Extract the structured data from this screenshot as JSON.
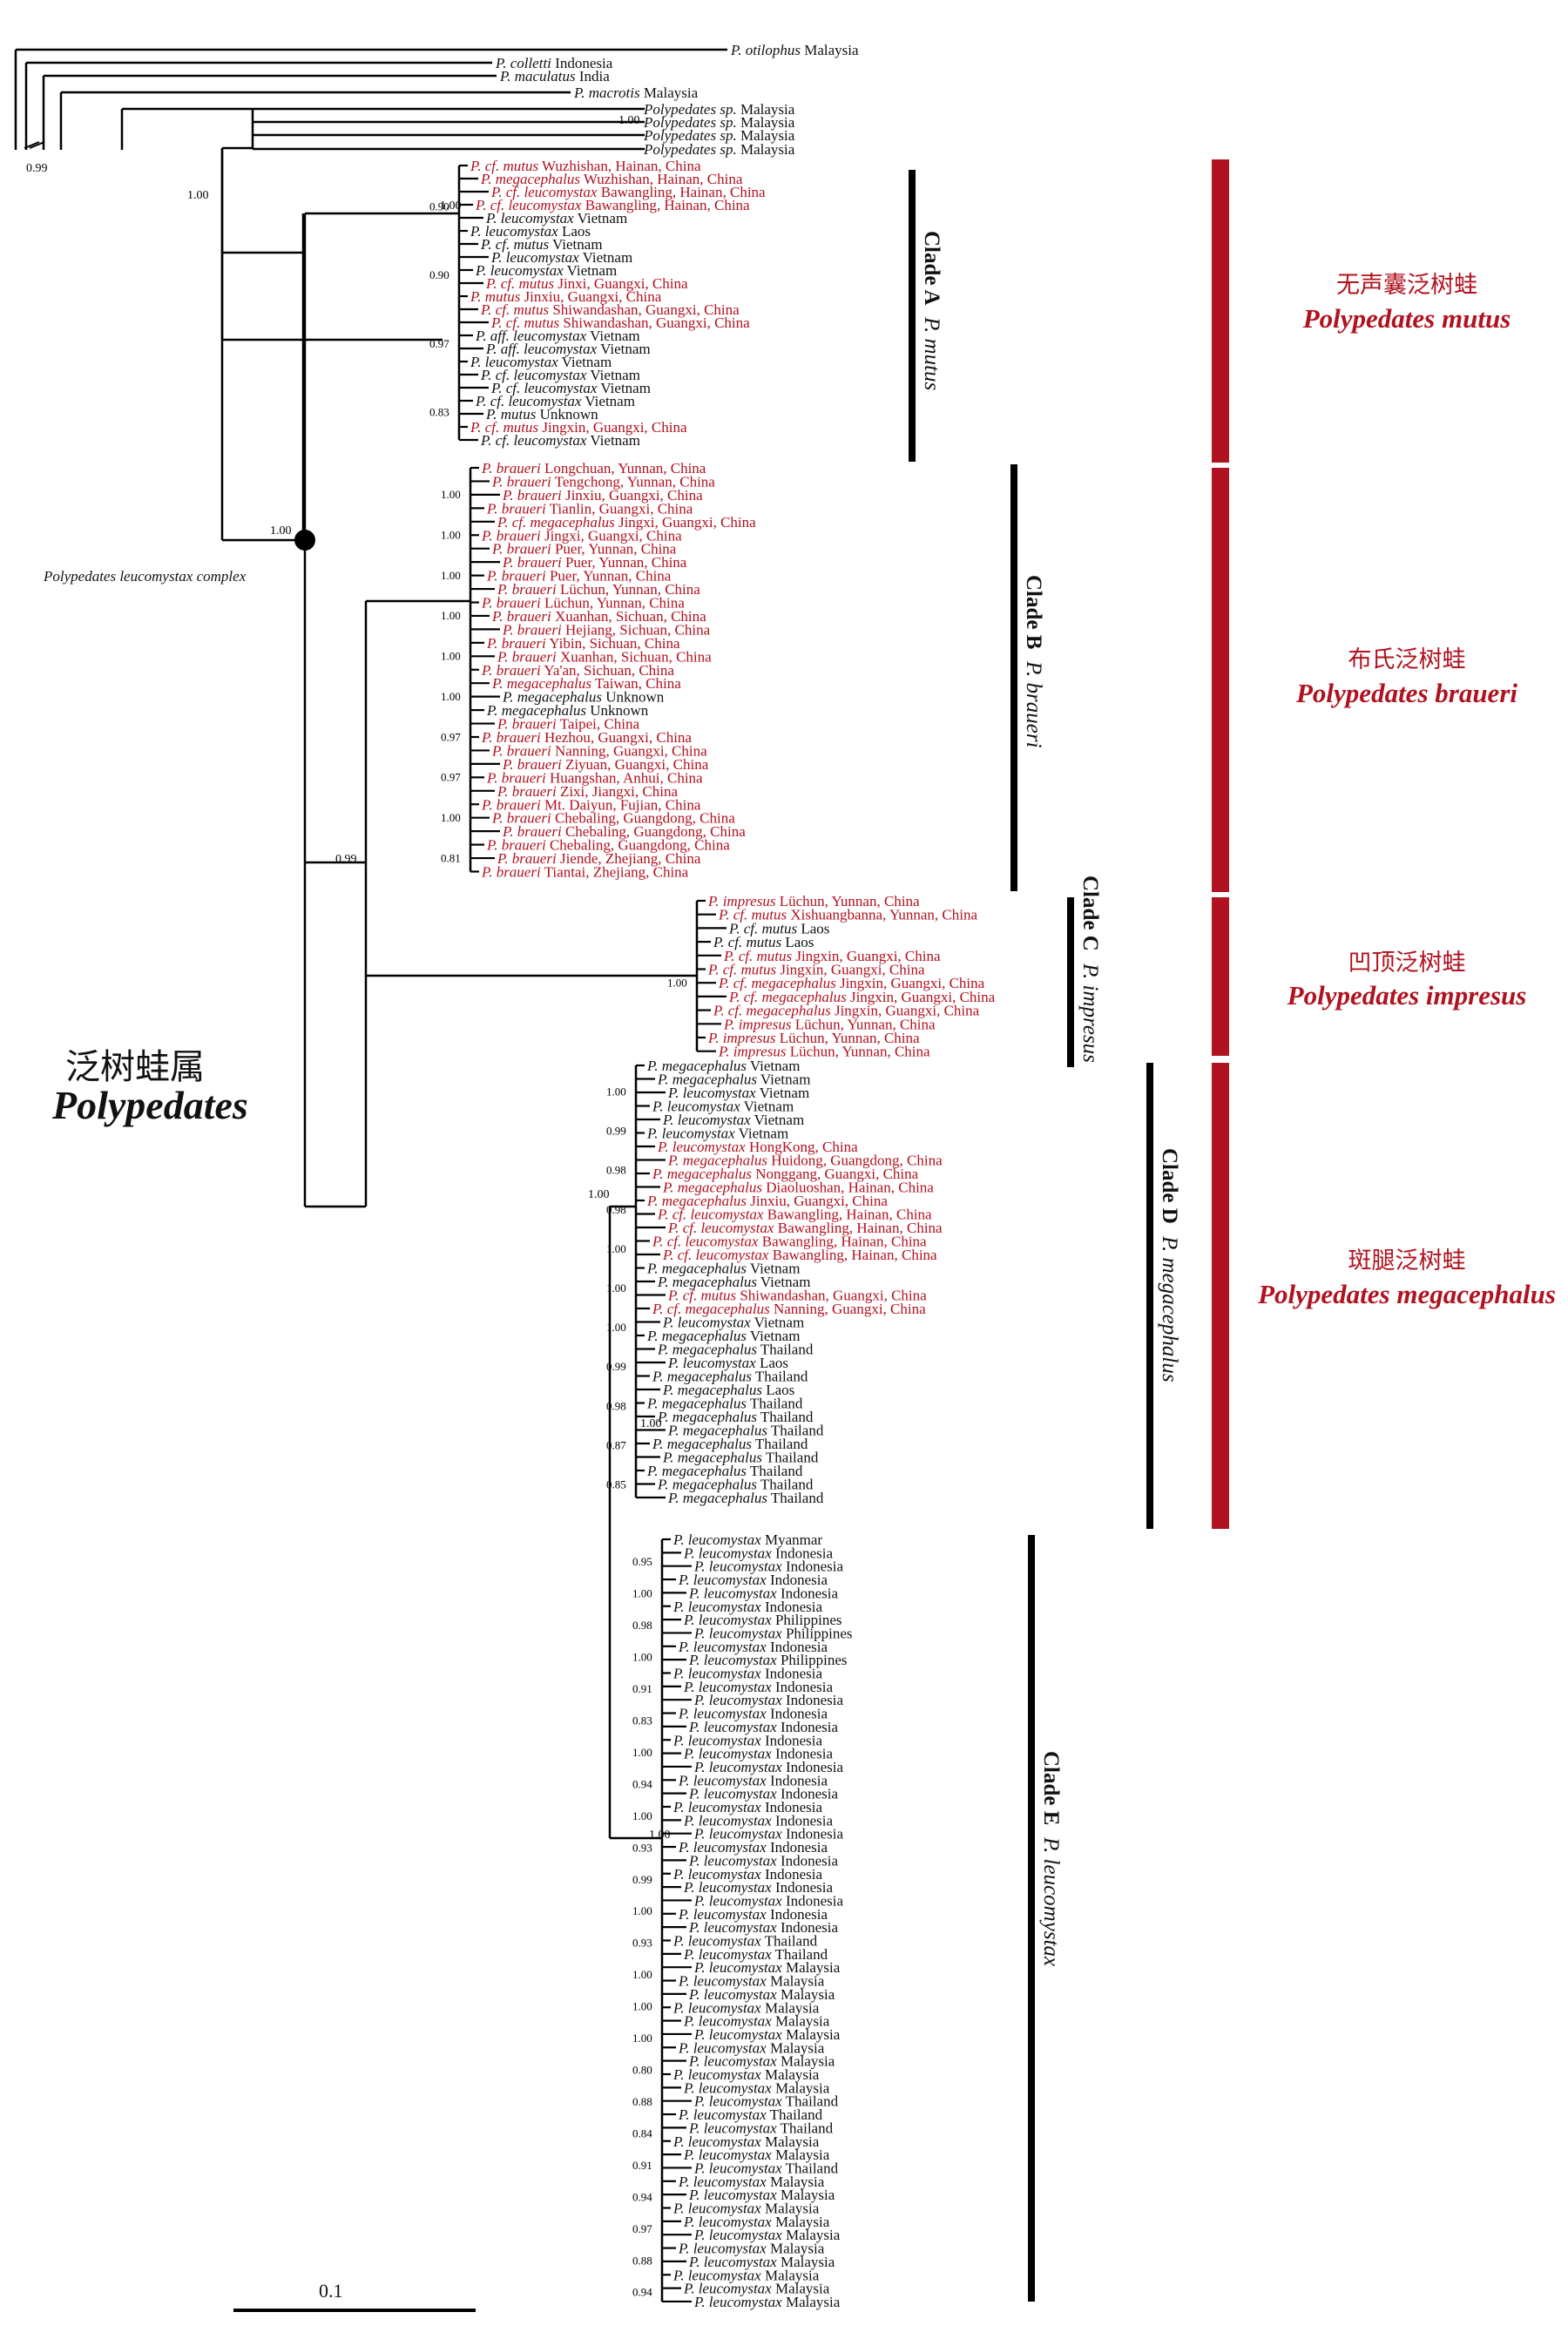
{
  "title": {
    "chinese": "泛树蛙属",
    "latin": "Polypedates"
  },
  "complex_label": "Polypedates leucomystax complex",
  "scale_label": "0.1",
  "colors": {
    "highlight": "#b0121f",
    "branch": "#000000"
  },
  "outgroups": [
    {
      "name": "P. otilophus",
      "loc": "Malaysia"
    },
    {
      "name": "P. colletti",
      "loc": "Indonesia"
    },
    {
      "name": "P. maculatus",
      "loc": "India"
    },
    {
      "name": "P. macrotis",
      "loc": "Malaysia"
    },
    {
      "name": "Polypedates sp.",
      "loc": "Malaysia"
    },
    {
      "name": "Polypedates sp.",
      "loc": "Malaysia"
    },
    {
      "name": "Polypedates sp.",
      "loc": "Malaysia"
    },
    {
      "name": "Polypedates sp.",
      "loc": "Malaysia"
    }
  ],
  "clades": [
    {
      "id": "A",
      "label": "Clade A",
      "species_label": "P. mutus",
      "zh": "无声囊泛树蛙",
      "latin": "Polypedates mutus",
      "tips": [
        {
          "n": "P. cf. mutus",
          "l": "Wuzhishan, Hainan, China",
          "r": true
        },
        {
          "n": "P. megacephalus",
          "l": "Wuzhishan, Hainan, China",
          "r": true
        },
        {
          "n": "P. cf. leucomystax",
          "l": "Bawangling, Hainan, China",
          "r": true
        },
        {
          "n": "P. cf. leucomystax",
          "l": "Bawangling, Hainan, China",
          "r": true
        },
        {
          "n": "P. leucomystax",
          "l": "Vietnam",
          "r": false
        },
        {
          "n": "P. leucomystax",
          "l": "Laos",
          "r": false
        },
        {
          "n": "P. cf. mutus",
          "l": "Vietnam",
          "r": false
        },
        {
          "n": "P. leucomystax",
          "l": "Vietnam",
          "r": false
        },
        {
          "n": "P. leucomystax",
          "l": "Vietnam",
          "r": false
        },
        {
          "n": "P. cf. mutus",
          "l": "Jinxi, Guangxi, China",
          "r": true
        },
        {
          "n": "P. mutus",
          "l": "Jinxiu, Guangxi, China",
          "r": true
        },
        {
          "n": "P. cf. mutus",
          "l": "Shiwandashan, Guangxi, China",
          "r": true
        },
        {
          "n": "P. cf. mutus",
          "l": "Shiwandashan, Guangxi, China",
          "r": true
        },
        {
          "n": "P. aff. leucomystax",
          "l": "Vietnam",
          "r": false
        },
        {
          "n": "P. aff. leucomystax",
          "l": "Vietnam",
          "r": false
        },
        {
          "n": "P. leucomystax",
          "l": "Vietnam",
          "r": false
        },
        {
          "n": "P. cf. leucomystax",
          "l": "Vietnam",
          "r": false
        },
        {
          "n": "P. cf. leucomystax",
          "l": "Vietnam",
          "r": false
        },
        {
          "n": "P. cf. leucomystax",
          "l": "Vietnam",
          "r": false
        },
        {
          "n": "P. mutus",
          "l": "Unknown",
          "r": false
        },
        {
          "n": "P. cf. mutus",
          "l": "Jingxin, Guangxi, China",
          "r": true
        },
        {
          "n": "P. cf. leucomystax",
          "l": "Vietnam",
          "r": false
        }
      ]
    },
    {
      "id": "B",
      "label": "Clade B",
      "species_label": "P. braueri",
      "zh": "布氏泛树蛙",
      "latin": "Polypedates braueri",
      "tips": [
        {
          "n": "P. braueri",
          "l": "Longchuan, Yunnan, China",
          "r": true
        },
        {
          "n": "P. braueri",
          "l": "Tengchong, Yunnan, China",
          "r": true
        },
        {
          "n": "P. braueri",
          "l": "Jinxiu, Guangxi, China",
          "r": true
        },
        {
          "n": "P. braueri",
          "l": "Tianlin, Guangxi, China",
          "r": true
        },
        {
          "n": "P. cf. megacephalus",
          "l": "Jingxi, Guangxi, China",
          "r": true
        },
        {
          "n": "P. braueri",
          "l": "Jingxi, Guangxi, China",
          "r": true
        },
        {
          "n": "P. braueri",
          "l": "Puer, Yunnan, China",
          "r": true
        },
        {
          "n": "P. braueri",
          "l": "Puer, Yunnan, China",
          "r": true
        },
        {
          "n": "P. braueri",
          "l": "Puer, Yunnan, China",
          "r": true
        },
        {
          "n": "P. braueri",
          "l": "Lüchun, Yunnan, China",
          "r": true
        },
        {
          "n": "P. braueri",
          "l": "Lüchun, Yunnan, China",
          "r": true
        },
        {
          "n": "P. braueri",
          "l": "Xuanhan, Sichuan, China",
          "r": true
        },
        {
          "n": "P. braueri",
          "l": "Hejiang, Sichuan, China",
          "r": true
        },
        {
          "n": "P. braueri",
          "l": "Yibin, Sichuan, China",
          "r": true
        },
        {
          "n": "P. braueri",
          "l": "Xuanhan, Sichuan, China",
          "r": true
        },
        {
          "n": "P. braueri",
          "l": "Ya'an, Sichuan, China",
          "r": true
        },
        {
          "n": "P. megacephalus",
          "l": "Taiwan, China",
          "r": true
        },
        {
          "n": "P. megacephalus",
          "l": "Unknown",
          "r": false
        },
        {
          "n": "P. megacephalus",
          "l": "Unknown",
          "r": false
        },
        {
          "n": "P. braueri",
          "l": "Taipei, China",
          "r": true
        },
        {
          "n": "P. braueri",
          "l": "Hezhou, Guangxi, China",
          "r": true
        },
        {
          "n": "P. braueri",
          "l": "Nanning, Guangxi, China",
          "r": true
        },
        {
          "n": "P. braueri",
          "l": "Ziyuan, Guangxi, China",
          "r": true
        },
        {
          "n": "P. braueri",
          "l": "Huangshan, Anhui, China",
          "r": true
        },
        {
          "n": "P. braueri",
          "l": "Zixi, Jiangxi, China",
          "r": true
        },
        {
          "n": "P. braueri",
          "l": "Mt. Daiyun, Fujian, China",
          "r": true
        },
        {
          "n": "P. braueri",
          "l": "Chebaling, Guangdong, China",
          "r": true
        },
        {
          "n": "P. braueri",
          "l": "Chebaling, Guangdong, China",
          "r": true
        },
        {
          "n": "P. braueri",
          "l": "Chebaling, Guangdong, China",
          "r": true
        },
        {
          "n": "P. braueri",
          "l": "Jiende, Zhejiang, China",
          "r": true
        },
        {
          "n": "P. braueri",
          "l": "Tiantai, Zhejiang, China",
          "r": true
        }
      ]
    },
    {
      "id": "C",
      "label": "Clade C",
      "species_label": "P. impresus",
      "zh": "凹顶泛树蛙",
      "latin": "Polypedates impresus",
      "tips": [
        {
          "n": "P. impresus",
          "l": "Lüchun, Yunnan, China",
          "r": true
        },
        {
          "n": "P. cf. mutus",
          "l": "Xishuangbanna, Yunnan, China",
          "r": true
        },
        {
          "n": "P. cf. mutus",
          "l": "Laos",
          "r": false
        },
        {
          "n": "P. cf. mutus",
          "l": "Laos",
          "r": false
        },
        {
          "n": "P. cf. mutus",
          "l": "Jingxin, Guangxi, China",
          "r": true
        },
        {
          "n": "P. cf. mutus",
          "l": "Jingxin, Guangxi, China",
          "r": true
        },
        {
          "n": "P. cf. megacephalus",
          "l": "Jingxin, Guangxi, China",
          "r": true
        },
        {
          "n": "P. cf. megacephalus",
          "l": "Jingxin, Guangxi, China",
          "r": true
        },
        {
          "n": "P. cf. megacephalus",
          "l": "Jingxin, Guangxi, China",
          "r": true
        },
        {
          "n": "P. impresus",
          "l": "Lüchun, Yunnan, China",
          "r": true
        },
        {
          "n": "P. impresus",
          "l": "Lüchun, Yunnan, China",
          "r": true
        },
        {
          "n": "P. impresus",
          "l": "Lüchun, Yunnan, China",
          "r": true
        }
      ]
    },
    {
      "id": "D",
      "label": "Clade D",
      "species_label": "P. megacephalus",
      "zh": "斑腿泛树蛙",
      "latin": "Polypedates megacephalus",
      "tips": [
        {
          "n": "P. megacephalus",
          "l": "Vietnam",
          "r": false
        },
        {
          "n": "P. megacephalus",
          "l": "Vietnam",
          "r": false
        },
        {
          "n": "P. leucomystax",
          "l": "Vietnam",
          "r": false
        },
        {
          "n": "P. leucomystax",
          "l": "Vietnam",
          "r": false
        },
        {
          "n": "P. leucomystax",
          "l": "Vietnam",
          "r": false
        },
        {
          "n": "P. leucomystax",
          "l": "Vietnam",
          "r": false
        },
        {
          "n": "P. leucomystax",
          "l": "HongKong, China",
          "r": true
        },
        {
          "n": "P. megacephalus",
          "l": "Huidong, Guangdong, China",
          "r": true
        },
        {
          "n": "P. megacephalus",
          "l": "Nonggang, Guangxi, China",
          "r": true
        },
        {
          "n": "P. megacephalus",
          "l": "Diaoluoshan, Hainan, China",
          "r": true
        },
        {
          "n": "P. megacephalus",
          "l": "Jinxiu, Guangxi, China",
          "r": true
        },
        {
          "n": "P. cf. leucomystax",
          "l": "Bawangling, Hainan, China",
          "r": true
        },
        {
          "n": "P. cf. leucomystax",
          "l": "Bawangling, Hainan, China",
          "r": true
        },
        {
          "n": "P. cf. leucomystax",
          "l": "Bawangling, Hainan, China",
          "r": true
        },
        {
          "n": "P. cf. leucomystax",
          "l": "Bawangling, Hainan, China",
          "r": true
        },
        {
          "n": "P. megacephalus",
          "l": "Vietnam",
          "r": false
        },
        {
          "n": "P. megacephalus",
          "l": "Vietnam",
          "r": false
        },
        {
          "n": "P. cf. mutus",
          "l": "Shiwandashan, Guangxi, China",
          "r": true
        },
        {
          "n": "P. cf. megacephalus",
          "l": "Nanning, Guangxi, China",
          "r": true
        },
        {
          "n": "P. leucomystax",
          "l": "Vietnam",
          "r": false
        },
        {
          "n": "P. megacephalus",
          "l": "Vietnam",
          "r": false
        },
        {
          "n": "P. megacephalus",
          "l": "Thailand",
          "r": false
        },
        {
          "n": "P. leucomystax",
          "l": "Laos",
          "r": false
        },
        {
          "n": "P. megacephalus",
          "l": "Thailand",
          "r": false
        },
        {
          "n": "P. megacephalus",
          "l": "Laos",
          "r": false
        },
        {
          "n": "P. megacephalus",
          "l": "Thailand",
          "r": false
        },
        {
          "n": "P. megacephalus",
          "l": "Thailand",
          "r": false
        },
        {
          "n": "P. megacephalus",
          "l": "Thailand",
          "r": false
        },
        {
          "n": "P. megacephalus",
          "l": "Thailand",
          "r": false
        },
        {
          "n": "P. megacephalus",
          "l": "Thailand",
          "r": false
        },
        {
          "n": "P. megacephalus",
          "l": "Thailand",
          "r": false
        },
        {
          "n": "P. megacephalus",
          "l": "Thailand",
          "r": false
        },
        {
          "n": "P. megacephalus",
          "l": "Thailand",
          "r": false
        }
      ]
    },
    {
      "id": "E",
      "label": "Clade E",
      "species_label": "P. leucomystax",
      "zh": "",
      "latin": "",
      "tips": [
        {
          "n": "P. leucomystax",
          "l": "Myanmar",
          "r": false
        },
        {
          "n": "P. leucomystax",
          "l": "Indonesia",
          "r": false
        },
        {
          "n": "P. leucomystax",
          "l": "Indonesia",
          "r": false
        },
        {
          "n": "P. leucomystax",
          "l": "Indonesia",
          "r": false
        },
        {
          "n": "P. leucomystax",
          "l": "Indonesia",
          "r": false
        },
        {
          "n": "P. leucomystax",
          "l": "Indonesia",
          "r": false
        },
        {
          "n": "P. leucomystax",
          "l": "Philippines",
          "r": false
        },
        {
          "n": "P. leucomystax",
          "l": "Philippines",
          "r": false
        },
        {
          "n": "P. leucomystax",
          "l": "Indonesia",
          "r": false
        },
        {
          "n": "P. leucomystax",
          "l": "Philippines",
          "r": false
        },
        {
          "n": "P. leucomystax",
          "l": "Indonesia",
          "r": false
        },
        {
          "n": "P. leucomystax",
          "l": "Indonesia",
          "r": false
        },
        {
          "n": "P. leucomystax",
          "l": "Indonesia",
          "r": false
        },
        {
          "n": "P. leucomystax",
          "l": "Indonesia",
          "r": false
        },
        {
          "n": "P. leucomystax",
          "l": "Indonesia",
          "r": false
        },
        {
          "n": "P. leucomystax",
          "l": "Indonesia",
          "r": false
        },
        {
          "n": "P. leucomystax",
          "l": "Indonesia",
          "r": false
        },
        {
          "n": "P. leucomystax",
          "l": "Indonesia",
          "r": false
        },
        {
          "n": "P. leucomystax",
          "l": "Indonesia",
          "r": false
        },
        {
          "n": "P. leucomystax",
          "l": "Indonesia",
          "r": false
        },
        {
          "n": "P. leucomystax",
          "l": "Indonesia",
          "r": false
        },
        {
          "n": "P. leucomystax",
          "l": "Indonesia",
          "r": false
        },
        {
          "n": "P. leucomystax",
          "l": "Indonesia",
          "r": false
        },
        {
          "n": "P. leucomystax",
          "l": "Indonesia",
          "r": false
        },
        {
          "n": "P. leucomystax",
          "l": "Indonesia",
          "r": false
        },
        {
          "n": "P. leucomystax",
          "l": "Indonesia",
          "r": false
        },
        {
          "n": "P. leucomystax",
          "l": "Indonesia",
          "r": false
        },
        {
          "n": "P. leucomystax",
          "l": "Indonesia",
          "r": false
        },
        {
          "n": "P. leucomystax",
          "l": "Indonesia",
          "r": false
        },
        {
          "n": "P. leucomystax",
          "l": "Indonesia",
          "r": false
        },
        {
          "n": "P. leucomystax",
          "l": "Thailand",
          "r": false
        },
        {
          "n": "P. leucomystax",
          "l": "Thailand",
          "r": false
        },
        {
          "n": "P. leucomystax",
          "l": "Malaysia",
          "r": false
        },
        {
          "n": "P. leucomystax",
          "l": "Malaysia",
          "r": false
        },
        {
          "n": "P. leucomystax",
          "l": "Malaysia",
          "r": false
        },
        {
          "n": "P. leucomystax",
          "l": "Malaysia",
          "r": false
        },
        {
          "n": "P. leucomystax",
          "l": "Malaysia",
          "r": false
        },
        {
          "n": "P. leucomystax",
          "l": "Malaysia",
          "r": false
        },
        {
          "n": "P. leucomystax",
          "l": "Malaysia",
          "r": false
        },
        {
          "n": "P. leucomystax",
          "l": "Malaysia",
          "r": false
        },
        {
          "n": "P. leucomystax",
          "l": "Malaysia",
          "r": false
        },
        {
          "n": "P. leucomystax",
          "l": "Malaysia",
          "r": false
        },
        {
          "n": "P. leucomystax",
          "l": "Thailand",
          "r": false
        },
        {
          "n": "P. leucomystax",
          "l": "Thailand",
          "r": false
        },
        {
          "n": "P. leucomystax",
          "l": "Thailand",
          "r": false
        },
        {
          "n": "P. leucomystax",
          "l": "Malaysia",
          "r": false
        },
        {
          "n": "P. leucomystax",
          "l": "Malaysia",
          "r": false
        },
        {
          "n": "P. leucomystax",
          "l": "Thailand",
          "r": false
        },
        {
          "n": "P. leucomystax",
          "l": "Malaysia",
          "r": false
        },
        {
          "n": "P. leucomystax",
          "l": "Malaysia",
          "r": false
        },
        {
          "n": "P. leucomystax",
          "l": "Malaysia",
          "r": false
        },
        {
          "n": "P. leucomystax",
          "l": "Malaysia",
          "r": false
        },
        {
          "n": "P. leucomystax",
          "l": "Malaysia",
          "r": false
        },
        {
          "n": "P. leucomystax",
          "l": "Malaysia",
          "r": false
        },
        {
          "n": "P. leucomystax",
          "l": "Malaysia",
          "r": false
        },
        {
          "n": "P. leucomystax",
          "l": "Malaysia",
          "r": false
        },
        {
          "n": "P. leucomystax",
          "l": "Malaysia",
          "r": false
        },
        {
          "n": "P. leucomystax",
          "l": "Malaysia",
          "r": false
        }
      ]
    }
  ],
  "support_values": {
    "outgroup": [
      "0.99",
      "1.00",
      "1.00",
      "1.00"
    ],
    "backbone": [
      "1.00",
      "0.99",
      "1.00",
      "1.00",
      "1.00"
    ],
    "A": [
      "0.90",
      "0.90",
      "0.97",
      "0.83"
    ],
    "B": [
      "1.00",
      "1.00",
      "1.00",
      "1.00",
      "1.00",
      "1.00",
      "0.97",
      "0.97",
      "1.00",
      "0.81"
    ],
    "C": [
      "1.00"
    ],
    "D": [
      "1.00",
      "0.99",
      "0.98",
      "0.98",
      "1.00",
      "1.00",
      "1.00",
      "0.99",
      "0.98",
      "0.87",
      "0.85"
    ],
    "E": [
      "0.95",
      "1.00",
      "0.98",
      "1.00",
      "0.91",
      "0.83",
      "1.00",
      "0.94",
      "1.00",
      "0.93",
      "0.99",
      "1.00",
      "0.93",
      "1.00",
      "1.00",
      "1.00",
      "0.80",
      "0.88",
      "0.84",
      "0.91",
      "0.94",
      "0.97",
      "0.88",
      "0.94"
    ]
  }
}
